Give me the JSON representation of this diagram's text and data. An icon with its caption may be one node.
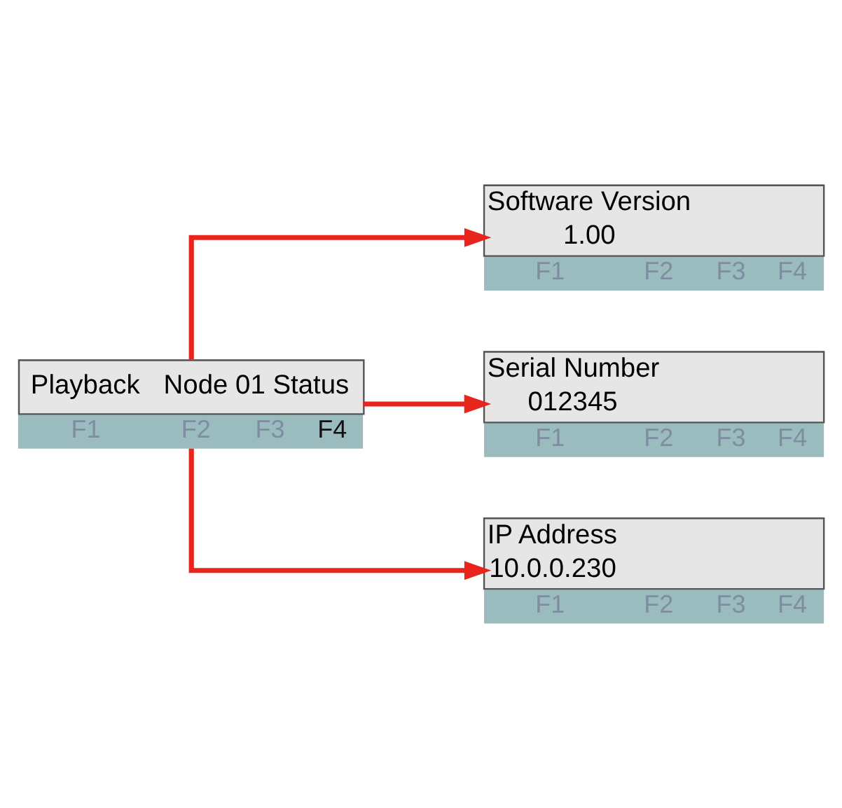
{
  "diagram": {
    "nodes": [
      {
        "text": [
          "Playback",
          "Node 01 Status",
          "F1",
          "F2",
          "F3",
          "F4"
        ]
      },
      {
        "text": [
          "Software Version",
          "1.00",
          "F1",
          "F2",
          "F3",
          "F4"
        ]
      },
      {
        "text": [
          "Serial Number",
          "012345",
          "F1",
          "F2",
          "F3",
          "F4"
        ]
      },
      {
        "text": [
          "IP Address",
          "10.0.0.230",
          "F1",
          "F2",
          "F3",
          "F4"
        ]
      }
    ],
    "edges": [
      {
        "from": 0,
        "to": 1,
        "arrow": "to"
      },
      {
        "from": 0,
        "to": 2,
        "arrow": "to"
      },
      {
        "from": 0,
        "to": 3,
        "arrow": "to"
      }
    ]
  }
}
